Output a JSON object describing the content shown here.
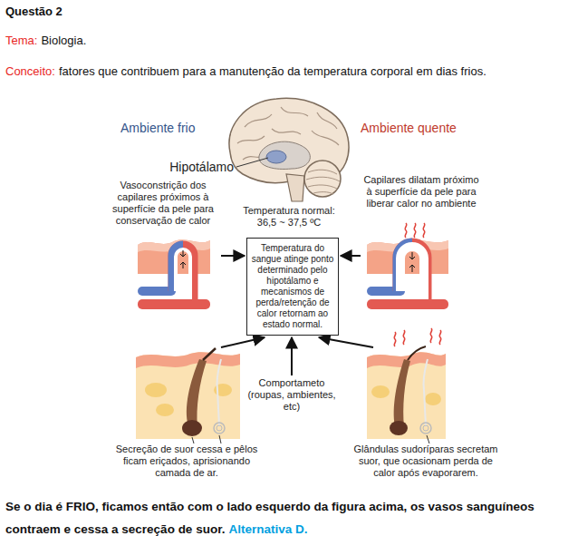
{
  "diagram": {
    "title": "Questão 2",
    "nodes": [
      {
        "text": [
          "Vasoconstrição dos capilares próximos à superfície da pele para conservação de calor"
        ]
      },
      {
        "text": [
          "Temperatura do sangue atinge ponto determinado pelo hipotálamo e mecanismos de perda/retenção de calor retornam ao estado normal."
        ]
      },
      {
        "text": [
          "Capilares dilatam próximo à superfície da pele para liberar calor no ambiente"
        ]
      },
      {
        "text": [
          "Secreção de suor cessa e pêlos ficam eriçados, aprisionando camada de ar."
        ]
      },
      {
        "text": [
          "Comportameto (roupas, ambientes, etc)"
        ]
      },
      {
        "text": [
          "Glândulas sudoríparas secretam suor, que ocasionam perda de calor após evaporarem."
        ]
      }
    ],
    "edges": [
      {
        "from": 0,
        "to": 1,
        "arrow": "to"
      },
      {
        "from": 2,
        "to": 1,
        "arrow": "to"
      },
      {
        "from": 3,
        "to": 1,
        "arrow": "to"
      },
      {
        "from": 4,
        "to": 1,
        "arrow": "to"
      },
      {
        "from": 5,
        "to": 1,
        "arrow": "to"
      }
    ],
    "labels": [
      "Tema:",
      "Biologia.",
      "Conceito:",
      "fatores que contribuem para a manutenção da temperatura corporal em dias frios.",
      "Ambiente frio",
      "Hipotálamo",
      "Temperatura normal: 36,5 ~ 37,5 ºC",
      "Ambiente quente",
      "Se o dia é FRIO, ficamos então com o lado esquerdo da figura acima, os vasos sanguíneos contraem e cessa a secreção de suor.",
      "Alternativa D."
    ]
  }
}
